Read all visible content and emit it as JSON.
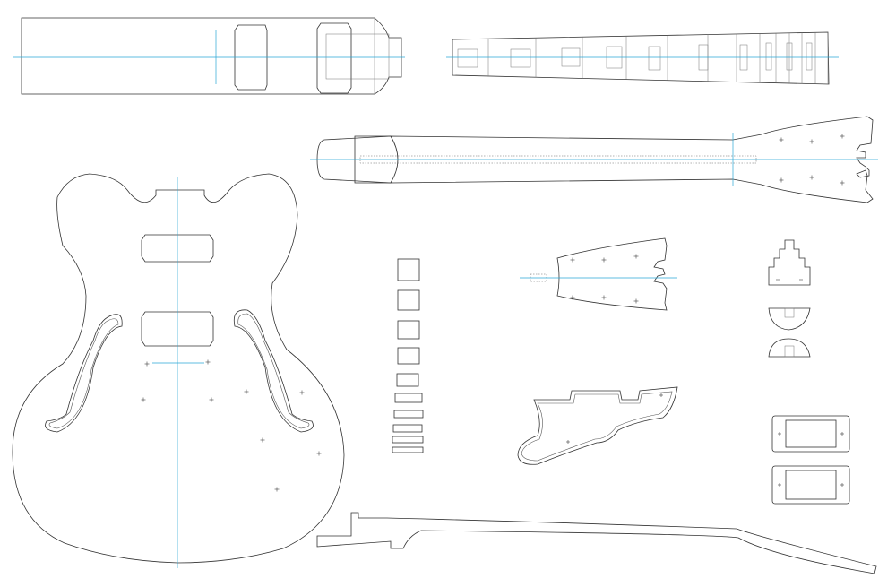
{
  "drawing": {
    "background_color": "#ffffff",
    "line_color": "#333333",
    "centerline_color": "#2aa7d6"
  },
  "parts": [
    {
      "name": "body-back-template"
    },
    {
      "name": "fretboard-template"
    },
    {
      "name": "neck-top-template"
    },
    {
      "name": "guitar-body-template"
    },
    {
      "name": "fret-inlay-set"
    },
    {
      "name": "headstock-template"
    },
    {
      "name": "truss-rod-cover"
    },
    {
      "name": "bridge-saddle-top"
    },
    {
      "name": "bridge-saddle-bottom"
    },
    {
      "name": "pickguard"
    },
    {
      "name": "pickup-ring-neck"
    },
    {
      "name": "pickup-ring-bridge"
    },
    {
      "name": "neck-side-profile"
    }
  ]
}
